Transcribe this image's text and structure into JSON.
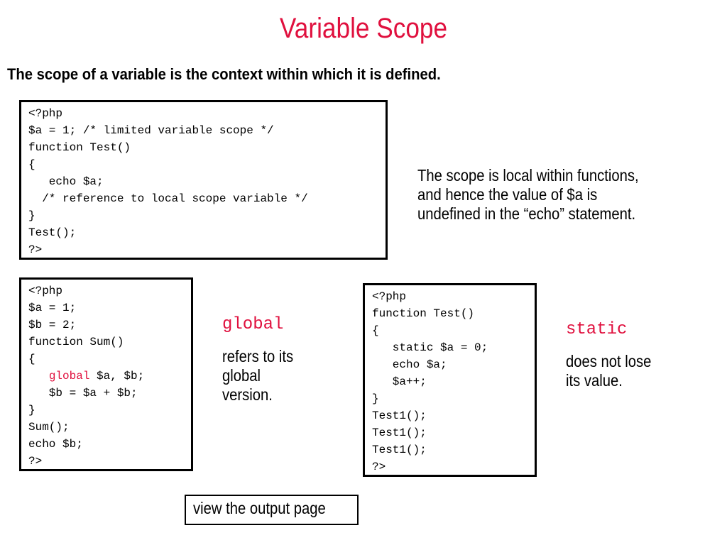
{
  "title": "Variable Scope",
  "subtitle": "The scope of a variable is the context within which it is defined.",
  "code_local": [
    "<?php",
    "$a = 1; /* limited variable scope */",
    "function Test()",
    "{",
    "   echo $a;",
    "  /* reference to local scope variable */",
    "}",
    "Test();",
    "?>"
  ],
  "note_local": [
    "The scope is local within functions,",
    "and hence the value of $a is",
    "undefined in the “echo” statement."
  ],
  "code_global": {
    "lines_before": [
      "<?php",
      "$a = 1;",
      "$b = 2;",
      "function Sum()",
      "{"
    ],
    "global_indent": "   ",
    "global_keyword": "global",
    "global_rest": " $a, $b;",
    "lines_after": [
      "   $b = $a + $b;",
      "}",
      "Sum();",
      "echo $b;",
      "?>"
    ]
  },
  "global_keyword_label": "global",
  "note_global": [
    "refers to its",
    "global",
    "version."
  ],
  "code_static": [
    "<?php",
    "function Test()",
    "{",
    "   static $a = 0;",
    "   echo $a;",
    "   $a++;",
    "}",
    "Test1();",
    "Test1();",
    "Test1();",
    "?>"
  ],
  "static_keyword_label": "static",
  "note_static": [
    "does not lose",
    "its value."
  ],
  "button": {
    "label": "view the output page"
  },
  "colors": {
    "accent": "#e0103e",
    "text": "#000000"
  }
}
